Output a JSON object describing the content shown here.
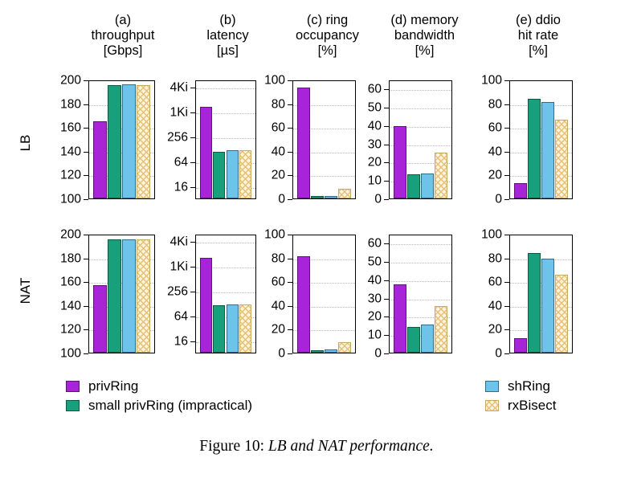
{
  "caption": {
    "number": "Figure 10:",
    "text": "LB and NAT performance."
  },
  "rows": [
    {
      "label": "LB"
    },
    {
      "label": "NAT"
    }
  ],
  "legend": [
    {
      "label": "privRing",
      "color": "#a724d9",
      "key": "privRing"
    },
    {
      "label": "small privRing (impractical)",
      "color": "#18a07c",
      "key": "smallPrivRing"
    },
    {
      "label": "shRing",
      "color": "#6ec3ea",
      "key": "shRing"
    },
    {
      "label": "rxBisect",
      "color": "#fdf4dd",
      "key": "rxBisect"
    }
  ],
  "panels": [
    {
      "id": "a",
      "title": "(a)\nthroughput\n[Gbps]"
    },
    {
      "id": "b",
      "title": "(b)\nlatency\n[µs]"
    },
    {
      "id": "c",
      "title": "(c) ring\noccupancy\n[%]"
    },
    {
      "id": "d",
      "title": "(d) memory\nbandwidth\n[%]"
    },
    {
      "id": "e",
      "title": "(e) ddio\nhit rate\n[%]"
    }
  ],
  "chart_data": [
    {
      "type": "bar",
      "panel": "a",
      "row": "LB",
      "title": "(a) throughput [Gbps]",
      "xlabel": "",
      "ylabel": "throughput [Gbps]",
      "scale": "linear",
      "ylim": [
        100,
        200
      ],
      "ticks": [
        100,
        120,
        140,
        160,
        180,
        200
      ],
      "ticklabels": [
        "100",
        "120",
        "140",
        "160",
        "180",
        "200"
      ],
      "categories": [
        "privRing",
        "small privRing (impractical)",
        "shRing",
        "rxBisect"
      ],
      "values": [
        165,
        195,
        196,
        195.5
      ]
    },
    {
      "type": "bar",
      "panel": "b",
      "row": "LB",
      "title": "(b) latency [µs]",
      "xlabel": "",
      "ylabel": "latency [µs]",
      "scale": "log2",
      "ylim": [
        8,
        6000
      ],
      "ticks": [
        16,
        64,
        256,
        1024,
        4096
      ],
      "ticklabels": [
        "16",
        "64",
        "256",
        "1Ki",
        "4Ki"
      ],
      "categories": [
        "privRing",
        "small privRing (impractical)",
        "shRing",
        "rxBisect"
      ],
      "values": [
        1330,
        108,
        115,
        118
      ]
    },
    {
      "type": "bar",
      "panel": "c",
      "row": "LB",
      "title": "(c) ring occupancy [%]",
      "xlabel": "",
      "ylabel": "ring occupancy [%]",
      "scale": "linear",
      "ylim": [
        0,
        100
      ],
      "ticks": [
        0,
        20,
        40,
        60,
        80,
        100
      ],
      "ticklabels": [
        "0",
        "20",
        "40",
        "60",
        "80",
        "100"
      ],
      "categories": [
        "privRing",
        "small privRing (impractical)",
        "shRing",
        "rxBisect"
      ],
      "values": [
        93,
        2,
        2,
        8
      ]
    },
    {
      "type": "bar",
      "panel": "d",
      "row": "LB",
      "title": "(d) memory bandwidth [%]",
      "xlabel": "",
      "ylabel": "memory bandwidth [%]",
      "scale": "linear",
      "ylim": [
        0,
        65
      ],
      "ticks": [
        0,
        10,
        20,
        30,
        40,
        50,
        60
      ],
      "ticklabels": [
        "0",
        "10",
        "20",
        "30",
        "40",
        "50",
        "60"
      ],
      "categories": [
        "privRing",
        "small privRing (impractical)",
        "shRing",
        "rxBisect"
      ],
      "values": [
        39.5,
        13,
        13.5,
        25
      ]
    },
    {
      "type": "bar",
      "panel": "e",
      "row": "LB",
      "title": "(e) ddio hit rate [%]",
      "xlabel": "",
      "ylabel": "ddio hit rate [%]",
      "scale": "linear",
      "ylim": [
        0,
        100
      ],
      "ticks": [
        0,
        20,
        40,
        60,
        80,
        100
      ],
      "ticklabels": [
        "0",
        "20",
        "40",
        "60",
        "80",
        "100"
      ],
      "categories": [
        "privRing",
        "small privRing (impractical)",
        "shRing",
        "rxBisect"
      ],
      "values": [
        13,
        84,
        81,
        66.5
      ]
    },
    {
      "type": "bar",
      "panel": "a",
      "row": "NAT",
      "title": "(a) throughput [Gbps]",
      "xlabel": "",
      "ylabel": "throughput [Gbps]",
      "scale": "linear",
      "ylim": [
        100,
        200
      ],
      "ticks": [
        100,
        120,
        140,
        160,
        180,
        200
      ],
      "ticklabels": [
        "100",
        "120",
        "140",
        "160",
        "180",
        "200"
      ],
      "categories": [
        "privRing",
        "small privRing (impractical)",
        "shRing",
        "rxBisect"
      ],
      "values": [
        157,
        195.5,
        195,
        195.5
      ]
    },
    {
      "type": "bar",
      "panel": "b",
      "row": "NAT",
      "title": "(b) latency [µs]",
      "xlabel": "",
      "ylabel": "latency [µs]",
      "scale": "log2",
      "ylim": [
        8,
        6000
      ],
      "ticks": [
        16,
        64,
        256,
        1024,
        4096
      ],
      "ticklabels": [
        "16",
        "64",
        "256",
        "1Ki",
        "4Ki"
      ],
      "categories": [
        "privRing",
        "small privRing (impractical)",
        "shRing",
        "rxBisect"
      ],
      "values": [
        1600,
        112,
        115,
        118
      ]
    },
    {
      "type": "bar",
      "panel": "c",
      "row": "NAT",
      "title": "(c) ring occupancy [%]",
      "xlabel": "",
      "ylabel": "ring occupancy [%]",
      "scale": "linear",
      "ylim": [
        0,
        100
      ],
      "ticks": [
        0,
        20,
        40,
        60,
        80,
        100
      ],
      "ticklabels": [
        "0",
        "20",
        "40",
        "60",
        "80",
        "100"
      ],
      "categories": [
        "privRing",
        "small privRing (impractical)",
        "shRing",
        "rxBisect"
      ],
      "values": [
        81,
        2,
        3,
        9
      ]
    },
    {
      "type": "bar",
      "panel": "d",
      "row": "NAT",
      "title": "(d) memory bandwidth [%]",
      "xlabel": "",
      "ylabel": "memory bandwidth [%]",
      "scale": "linear",
      "ylim": [
        0,
        65
      ],
      "ticks": [
        0,
        10,
        20,
        30,
        40,
        50,
        60
      ],
      "ticklabels": [
        "0",
        "10",
        "20",
        "30",
        "40",
        "50",
        "60"
      ],
      "categories": [
        "privRing",
        "small privRing (impractical)",
        "shRing",
        "rxBisect"
      ],
      "values": [
        37.5,
        14,
        15.5,
        25.5
      ]
    },
    {
      "type": "bar",
      "panel": "e",
      "row": "NAT",
      "title": "(e) ddio hit rate [%]",
      "xlabel": "",
      "ylabel": "ddio hit rate [%]",
      "scale": "linear",
      "ylim": [
        0,
        100
      ],
      "ticks": [
        0,
        20,
        40,
        60,
        80,
        100
      ],
      "ticklabels": [
        "0",
        "20",
        "40",
        "60",
        "80",
        "100"
      ],
      "categories": [
        "privRing",
        "small privRing (impractical)",
        "shRing",
        "rxBisect"
      ],
      "values": [
        12.5,
        84,
        79,
        65.5
      ]
    }
  ]
}
